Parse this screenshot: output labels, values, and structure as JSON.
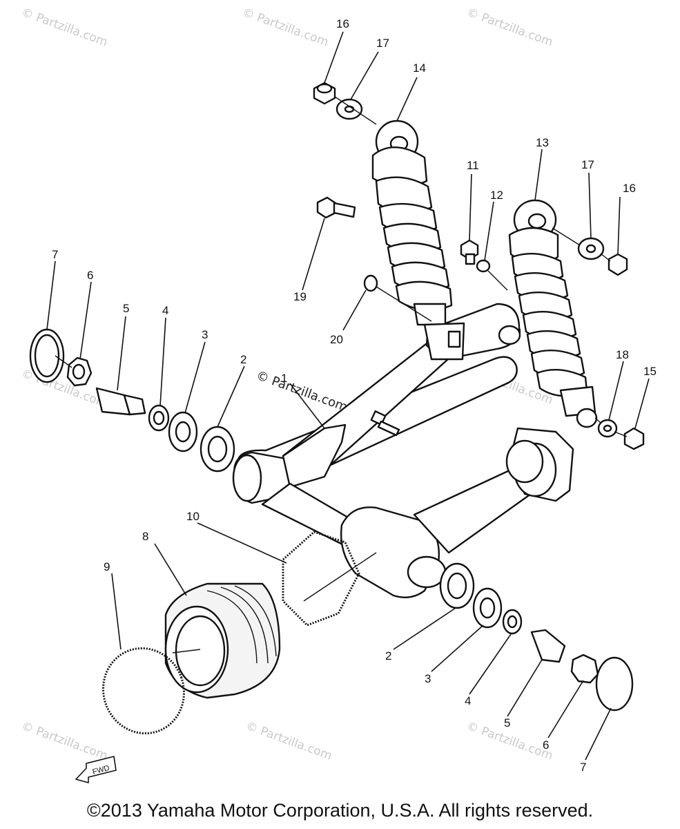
{
  "watermark": "© Partzilla.com",
  "copyright": "©2013 Yamaha Motor Corporation, U.S.A. All rights reserved.",
  "fwd_label": "FWD",
  "callouts": [
    {
      "id": "16-top",
      "text": "16"
    },
    {
      "id": "17-top",
      "text": "17"
    },
    {
      "id": "14",
      "text": "14"
    },
    {
      "id": "13",
      "text": "13"
    },
    {
      "id": "17-right",
      "text": "17"
    },
    {
      "id": "16-right",
      "text": "16"
    },
    {
      "id": "11",
      "text": "11"
    },
    {
      "id": "12",
      "text": "12"
    },
    {
      "id": "19",
      "text": "19"
    },
    {
      "id": "20",
      "text": "20"
    },
    {
      "id": "7-left",
      "text": "7"
    },
    {
      "id": "6-left",
      "text": "6"
    },
    {
      "id": "5-left",
      "text": "5"
    },
    {
      "id": "4-left",
      "text": "4"
    },
    {
      "id": "3-left",
      "text": "3"
    },
    {
      "id": "2-left",
      "text": "2"
    },
    {
      "id": "1",
      "text": "1"
    },
    {
      "id": "18",
      "text": "18"
    },
    {
      "id": "15",
      "text": "15"
    },
    {
      "id": "10",
      "text": "10"
    },
    {
      "id": "8",
      "text": "8"
    },
    {
      "id": "9",
      "text": "9"
    },
    {
      "id": "2-bottom",
      "text": "2"
    },
    {
      "id": "3-bottom",
      "text": "3"
    },
    {
      "id": "4-bottom",
      "text": "4"
    },
    {
      "id": "5-bottom",
      "text": "5"
    },
    {
      "id": "6-bottom",
      "text": "6"
    },
    {
      "id": "7-bottom",
      "text": "7"
    }
  ]
}
